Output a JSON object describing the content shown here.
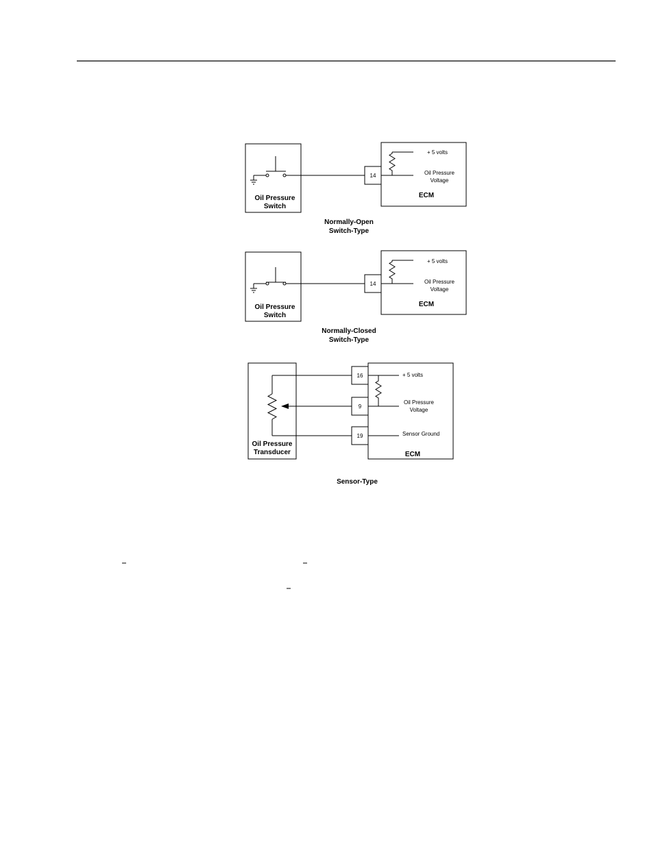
{
  "diagrams": [
    {
      "caption": [
        "Normally-Open",
        "Switch-Type"
      ],
      "switch_label": [
        "Oil Pressure",
        "Switch"
      ],
      "pin": "14",
      "supply_label": "+ 5 volts",
      "signal_label": [
        "Oil Pressure",
        "Voltage"
      ],
      "ecm_label": "ECM"
    },
    {
      "caption": [
        "Normally-Closed",
        "Switch-Type"
      ],
      "switch_label": [
        "Oil Pressure",
        "Switch"
      ],
      "pin": "14",
      "supply_label": "+ 5 volts",
      "signal_label": [
        "Oil Pressure",
        "Voltage"
      ],
      "ecm_label": "ECM"
    },
    {
      "caption": "Sensor-Type",
      "sensor_label": [
        "Oil Pressure",
        "Transducer"
      ],
      "pins": [
        "16",
        "9",
        "19"
      ],
      "supply_label": "+ 5 volts",
      "signal_label": [
        "Oil Pressure",
        "Voltage"
      ],
      "ground_label": "Sensor Ground",
      "ecm_label": "ECM"
    }
  ]
}
